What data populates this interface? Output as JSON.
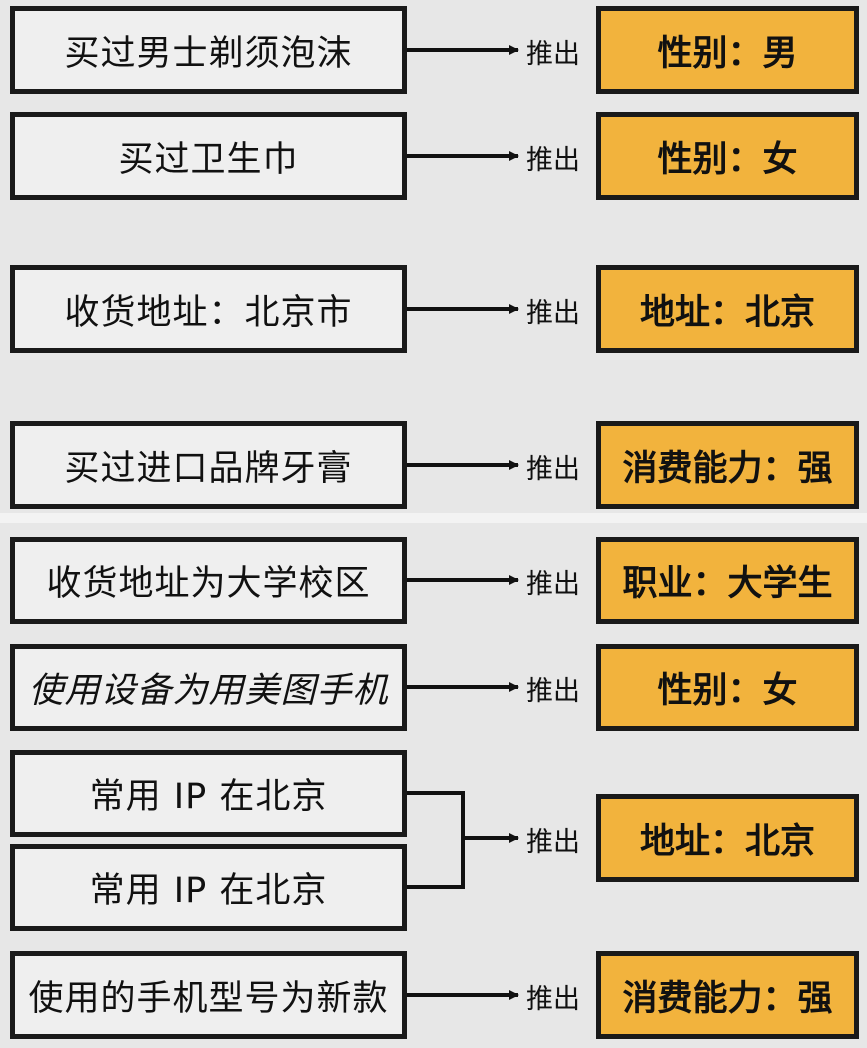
{
  "arrow_label": "推出",
  "top_rules": [
    {
      "condition": "买过男士剃须泡沫",
      "result": "性别：男"
    },
    {
      "condition": "买过卫生巾",
      "result": "性别：女"
    },
    {
      "condition": "收货地址：北京市",
      "result": "地址：北京"
    },
    {
      "condition": "买过进口品牌牙膏",
      "result": "消费能力：强"
    }
  ],
  "bottom_rules": [
    {
      "condition": "收货地址为大学校区",
      "result": "职业：大学生"
    },
    {
      "condition": "使用设备为用美图手机",
      "result": "性别：女"
    },
    {
      "conditions": [
        "常用 IP 在北京",
        "常用 IP 在北京"
      ],
      "result": "地址：北京"
    },
    {
      "condition": "使用的手机型号为新款",
      "result": "消费能力：强"
    }
  ]
}
